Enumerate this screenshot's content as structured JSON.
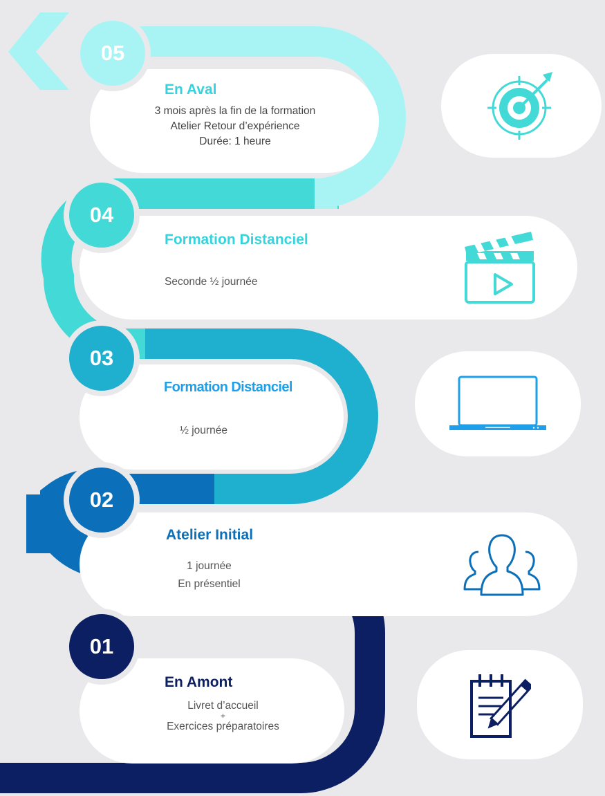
{
  "steps": [
    {
      "number": "05",
      "title": "En Aval",
      "lines": [
        "3 mois après la fin de la formation",
        "Atelier Retour d’expérience",
        "Durée: 1 heure"
      ],
      "icon": "target-icon",
      "color": "#a8f4f5"
    },
    {
      "number": "04",
      "title": "Formation Distanciel",
      "lines": [
        "Seconde ½ journée"
      ],
      "icon": "clapperboard-icon",
      "color": "#43d9d6"
    },
    {
      "number": "03",
      "title": "Formation Distanciel",
      "lines": [
        "½ journée"
      ],
      "icon": "laptop-icon",
      "color": "#1fb0cf"
    },
    {
      "number": "02",
      "title": "Atelier Initial",
      "lines": [
        "1 journée",
        "En présentiel"
      ],
      "icon": "people-icon",
      "color": "#0b6fba"
    },
    {
      "number": "01",
      "title": "En Amont",
      "lines": [
        "Livret d’accueil",
        "+",
        "Exercices préparatoires"
      ],
      "icon": "notepad-pencil-icon",
      "color": "#0c1f62"
    }
  ],
  "colors": {
    "background": "#e9e9eb",
    "title_05": "#34d3dd",
    "title_04": "#34d3dd",
    "title_03": "#1e9fe9",
    "title_02": "#0b6fba",
    "title_01": "#0c1f62"
  }
}
